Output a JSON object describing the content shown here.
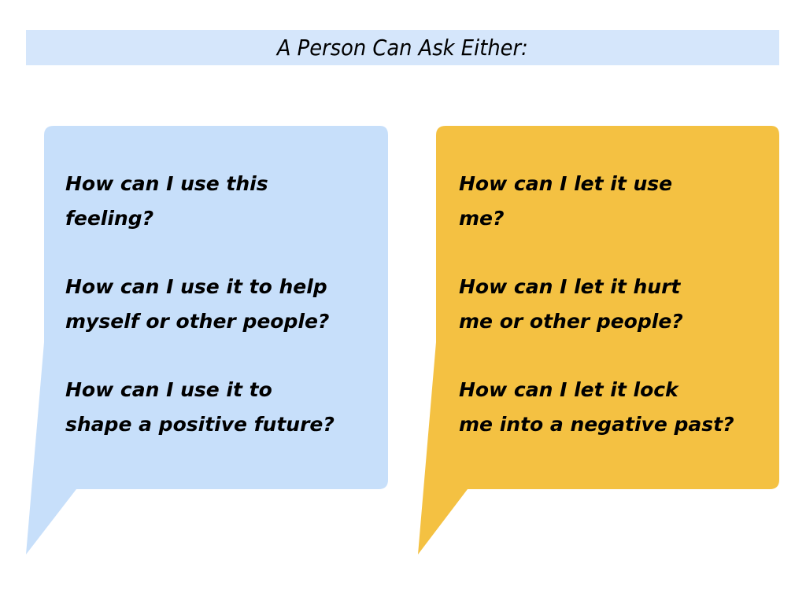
{
  "title": "A Person Can Ask Either:",
  "colors": {
    "title_bg": "#d5e6fb",
    "left_bubble": "#c7dffa",
    "right_bubble": "#f4c142",
    "text": "#000000"
  },
  "left_bubble": {
    "questions": [
      {
        "lines": [
          "How can I use this",
          "feeling?"
        ]
      },
      {
        "lines": [
          "How can I use it to help",
          "myself or other people?"
        ]
      },
      {
        "lines": [
          "How can I use it to",
          "shape a positive future?"
        ]
      }
    ]
  },
  "right_bubble": {
    "questions": [
      {
        "lines": [
          "How can I let it use",
          "me?"
        ]
      },
      {
        "lines": [
          "How can I let it hurt",
          "me or other people?"
        ]
      },
      {
        "lines": [
          "How can I let it lock",
          "me into a negative past?"
        ]
      }
    ]
  }
}
